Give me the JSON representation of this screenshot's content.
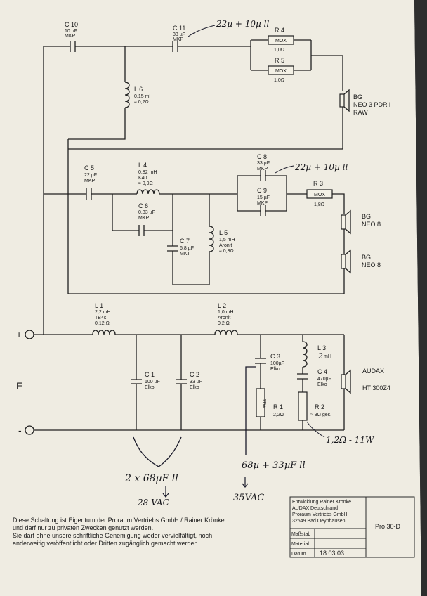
{
  "upper": {
    "c10": {
      "name": "C 10",
      "value": "10 µF",
      "type": "MKP"
    },
    "c11": {
      "name": "C 11",
      "value": "33 µF",
      "type": "MKP"
    },
    "c11_note": "22µ + 10µ ll",
    "r4": {
      "name": "R 4",
      "body": "MOX",
      "value": "1,0Ω"
    },
    "r5": {
      "name": "R 5",
      "body": "MOX",
      "value": "1,0Ω"
    },
    "l6": {
      "name": "L 6",
      "value": "0,15 mH",
      "res": "≈ 0,2Ω"
    },
    "tweeter": {
      "line1": "BG",
      "line2": "NEO 3 PDR i",
      "line3": "RAW"
    }
  },
  "mid": {
    "c5": {
      "name": "C 5",
      "value": "22 µF",
      "type": "MKP"
    },
    "l4": {
      "name": "L 4",
      "value": "0,82 mH",
      "core": "K40",
      "res": "≈ 0,9Ω"
    },
    "c6": {
      "name": "C 6",
      "value": "0,33 µF",
      "type": "MKP"
    },
    "c7": {
      "name": "C 7",
      "value": "6,8 µF",
      "type": "MKT"
    },
    "l5": {
      "name": "L 5",
      "value": "1,5 mH",
      "core": "Aronit",
      "res": "≈ 0,3Ω"
    },
    "c8": {
      "name": "C 8",
      "value": "33 µF",
      "type": "MKP"
    },
    "c8_note": "22µ + 10µ ll",
    "c9": {
      "name": "C 9",
      "value": "15 µF",
      "type": "MKP"
    },
    "r3": {
      "name": "R 3",
      "body": "MOX",
      "value": "1,8Ω"
    },
    "spk1": {
      "line1": "BG",
      "line2": "NEO 8"
    },
    "spk2": {
      "line1": "BG",
      "line2": "NEO 8"
    }
  },
  "low": {
    "l1": {
      "name": "L 1",
      "value": "2,2 mH",
      "core": "TB4s",
      "res": "0,12 Ω"
    },
    "l2": {
      "name": "L 2",
      "value": "1,0 mH",
      "core": "Aronit",
      "res": "0,2 Ω"
    },
    "c1": {
      "name": "C 1",
      "value": "100 µF",
      "type": "Elko"
    },
    "c2": {
      "name": "C 2",
      "value": "33 µF",
      "type": "Elko"
    },
    "c3": {
      "name": "C 3",
      "value": "100µF",
      "type": "Elko"
    },
    "c4": {
      "name": "C 4",
      "value": "470µF",
      "type": "Elko"
    },
    "l3": {
      "name": "L 3",
      "value": "mH",
      "hand": "2"
    },
    "r1": {
      "name": "R 1",
      "value": "2,2Ω",
      "body": "11W"
    },
    "r2": {
      "name": "R 2",
      "value": "≈ 3Ω ges."
    },
    "woofer": {
      "line1": "AUDAX",
      "line2": "HT 300Z4"
    }
  },
  "terminals": {
    "plus": "+",
    "minus": "-",
    "label": "E"
  },
  "handwriting": {
    "r2_note": "1,2Ω - 11W",
    "c1c2_note": "2 x 68µF ll",
    "c1c2_volt": "28 VAC",
    "c3_note": "68µ + 33µF ll",
    "c3_volt": "35VAC"
  },
  "footer": {
    "notice1": "Diese Schaltung ist Eigentum der Proraum Vertriebs GmbH / Rainer Krönke",
    "notice2": "und darf nur zu privaten Zwecken genutzt werden.",
    "notice3": "Sie darf ohne unsere schriftliche Genemigung weder vervielfältigt, noch",
    "notice4": "anderweitig veröffentlicht oder Dritten zugänglich gemacht werden.",
    "tb_line1": "Entwicklung Rainer Krönke",
    "tb_line2": "AUDAX Deutschland",
    "tb_line3": "Proraum Vertriebs GmbH",
    "tb_line4": "32549 Bad Oeynhausen",
    "massstab": "Maßstab",
    "material": "Material",
    "datum": "Datum",
    "date": "18.03.03",
    "drawing": "Pro 30-D"
  }
}
